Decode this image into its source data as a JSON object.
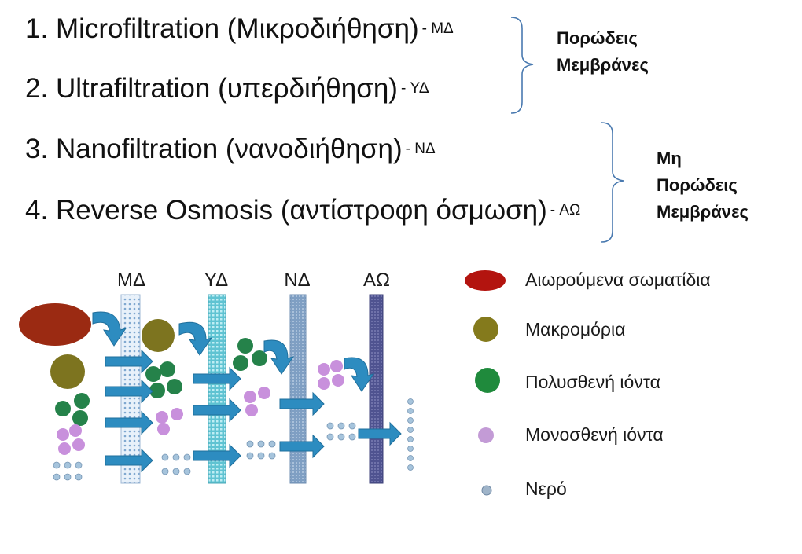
{
  "processes": [
    {
      "number": "1.",
      "name": "Microfiltration (Μικροδιήθηση)",
      "abbr": "- ΜΔ"
    },
    {
      "number": "2.",
      "name": "Ultrafiltration (υπερδιήθηση)",
      "abbr": "- ΥΔ"
    },
    {
      "number": "3.",
      "name": "Nanofiltration (νανοδιήθηση)",
      "abbr": "- ΝΔ"
    },
    {
      "number": "4.",
      "name": "Reverse Osmosis (αντίστροφη όσμωση)",
      "abbr": "- ΑΩ"
    }
  ],
  "groups": {
    "porous": [
      "Πορώδεις",
      "Μεμβράνες"
    ],
    "nonporous": [
      "Μη",
      "Πορώδεις",
      "Μεμβράνες"
    ]
  },
  "membranes": [
    "ΜΔ",
    "ΥΔ",
    "ΝΔ",
    "ΑΩ"
  ],
  "legend": [
    {
      "label": "Αιωρούμενα σωματίδια",
      "color": "#b3140f",
      "icon": "suspended-particle-ellipse"
    },
    {
      "label": "Μακρομόρια",
      "color": "#847a1c",
      "icon": "macromolecule-circle"
    },
    {
      "label": "Πολυσθενή ιόντα",
      "color": "#1f8a3c",
      "icon": "polyvalent-ion-circle"
    },
    {
      "label": "Μονοσθενή ιόντα",
      "color": "#c39bd6",
      "icon": "monovalent-ion-circle"
    },
    {
      "label": "Νερό",
      "color": "#9fb4c9",
      "icon": "water-dot"
    }
  ],
  "colors": {
    "arrow": "#2d8cc0",
    "membrane_md": "#cfe0f0",
    "membrane_yd": "#5fbfd0",
    "membrane_nd": "#8aa6c6",
    "membrane_ao": "#5b5f9a",
    "bracket": "#4a7ab0"
  }
}
